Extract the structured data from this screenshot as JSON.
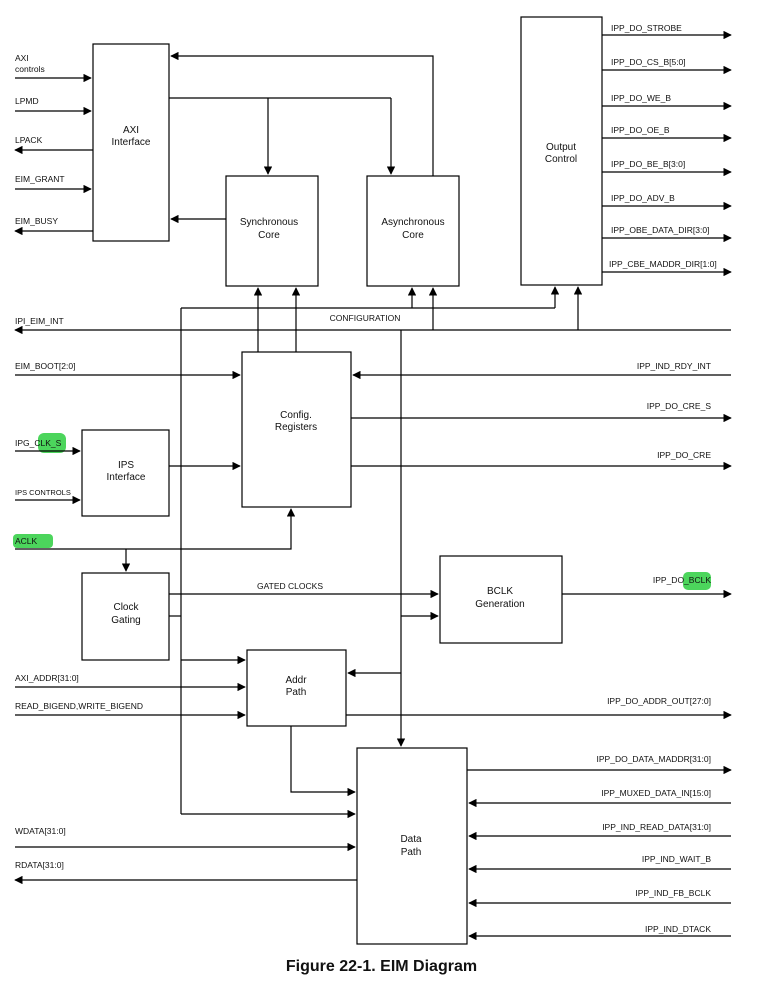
{
  "caption": "Figure 22-1. EIM Diagram",
  "blocks": {
    "axi": [
      "AXI",
      "Interface"
    ],
    "sync": [
      "Synchronous",
      "Core"
    ],
    "async": [
      "Asynchronous",
      "Core"
    ],
    "output": [
      "Output",
      "Control"
    ],
    "config": [
      "Config.",
      "Registers"
    ],
    "ips": [
      "IPS",
      "Interface"
    ],
    "clock": [
      "Clock",
      "Gating"
    ],
    "bclk": [
      "BCLK",
      "Generation"
    ],
    "addr": [
      "Addr",
      "Path"
    ],
    "data": [
      "Data",
      "Path"
    ]
  },
  "bus_labels": {
    "configuration": "CONFIGURATION",
    "gated_clocks": "GATED CLOCKS"
  },
  "left_signals": {
    "axi_controls": [
      "AXI",
      "controls"
    ],
    "lpmd": "LPMD",
    "lpack": "LPACK",
    "eim_grant": "EIM_GRANT",
    "eim_busy": "EIM_BUSY",
    "ipi_eim_int": "IPI_EIM_INT",
    "eim_boot": "EIM_BOOT[2:0]",
    "ipg_clk_s": "IPG_CLK_S",
    "ips_controls": "IPS CONTROLS",
    "aclk": "ACLK",
    "axi_addr": "AXI_ADDR[31:0]",
    "read_bigend": "READ_BIGEND,WRITE_BIGEND",
    "wdata": "WDATA[31:0]",
    "rdata": "RDATA[31:0]"
  },
  "right_signals": {
    "strobe": "IPP_DO_STROBE",
    "cs_b": "IPP_DO_CS_B[5:0]",
    "we_b": "IPP_DO_WE_B",
    "oe_b": "IPP_DO_OE_B",
    "be_b": "IPP_DO_BE_B[3:0]",
    "adv_b": "IPP_DO_ADV_B",
    "obe_data_dir": "IPP_OBE_DATA_DIR[3:0]",
    "cbe_maddr_dir": "IPP_CBE_MADDR_DIR[1:0]",
    "ind_rdy_int": "IPP_IND_RDY_INT",
    "do_cre_s": "IPP_DO_CRE_S",
    "do_cre": "IPP_DO_CRE",
    "do_bclk": "IPP_DO_BCLK",
    "do_addr_out": "IPP_DO_ADDR_OUT[27:0]",
    "do_data_maddr": "IPP_DO_DATA_MADDR[31:0]",
    "muxed_data_in": "IPP_MUXED_DATA_IN[15:0]",
    "ind_read_data": "IPP_IND_READ_DATA[31:0]",
    "ind_wait_b": "IPP_IND_WAIT_B",
    "ind_fb_bclk": "IPP_IND_FB_BCLK",
    "ind_dtack": "IPP_IND_DTACK"
  },
  "highlight_color": "#39d04a"
}
